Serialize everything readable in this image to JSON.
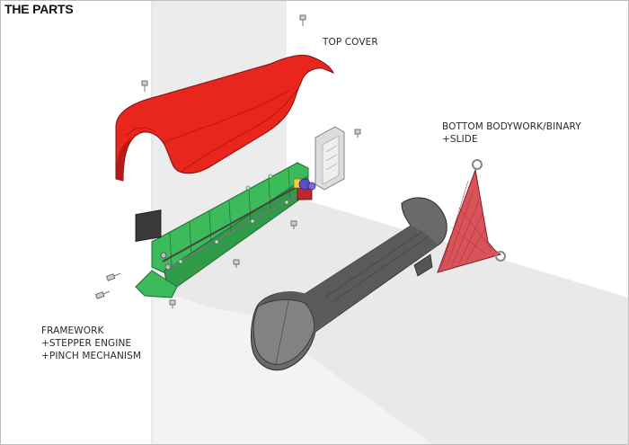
{
  "title": "THE PARTS",
  "labels": {
    "top_cover": "TOP COVER",
    "bottom": [
      "BOTTOM BODYWORK/BINARY",
      "+SLIDE"
    ],
    "framework": [
      "FRAMEWORK",
      "+STEPPER ENGINE",
      "+PINCH MECHANISM"
    ]
  },
  "colors": {
    "cover_red": "#e8261d",
    "frame_green": "#3dbb5a",
    "body_gray": "#666666",
    "slide_pink": "#d9545a",
    "wall_gray": "#ececec",
    "bracket_white": "#dcdcdc"
  }
}
